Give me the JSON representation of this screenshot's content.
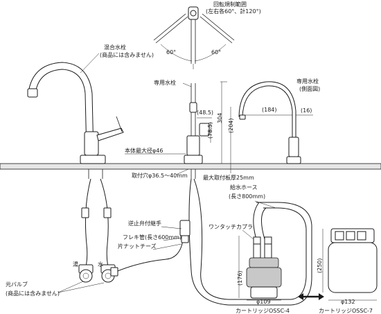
{
  "rotation": {
    "title_line1": "回転規制範囲",
    "title_line2": "(左右各60°、計120°)",
    "angle_left": "60°",
    "angle_right": "60°"
  },
  "mixer": {
    "title_line1": "混合水栓",
    "title_line2": "(商品には含みません)"
  },
  "dedicated": {
    "title": "専用水栓",
    "dim_48_5": "(48.5)",
    "dim_78_5": "(78.5)",
    "dim_304": "304",
    "dim_204": "(204)"
  },
  "side_view": {
    "title_line1": "専用水栓",
    "title_line2": "(側面図)",
    "dim_184": "(184)",
    "dim_16": "(16)"
  },
  "body": {
    "max_diameter": "本体最大径φ46",
    "mount_hole": "取付穴φ36.5～40mm",
    "max_counter": "最大取付板厚25mm"
  },
  "supply": {
    "hose_line1": "給水ホース",
    "hose_line2": "(長さ800mm)",
    "one_touch": "ワンタッチカプラ",
    "check_valve": "逆止弁付継手",
    "flex_pipe": "フレキ管(長さ600mm)",
    "nut_tee": "片ナットチーズ"
  },
  "valves": {
    "hot": "湯",
    "cold": "水",
    "main_valve_line1": "元バルブ",
    "main_valve_line2": "(商品には含みません)"
  },
  "cartridge_a": {
    "height": "(176)",
    "diameter": "φ109",
    "name": "カートリッジOSSC-4"
  },
  "cartridge_b": {
    "height": "(250)",
    "diameter": "φ132",
    "name": "カートリッジOSSC-7"
  }
}
